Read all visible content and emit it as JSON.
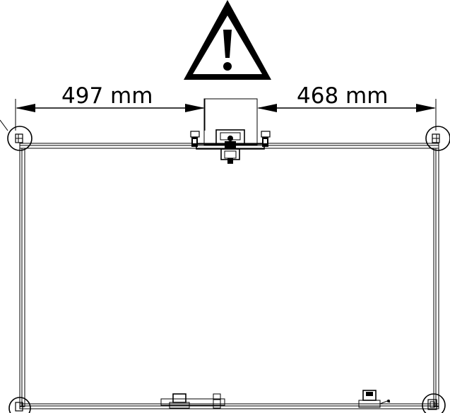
{
  "diagram": {
    "dimensions": [
      {
        "id": "left-gap",
        "label": "497 mm"
      },
      {
        "id": "right-gap",
        "label": "468 mm"
      }
    ],
    "symbols": {
      "warning": "warning-triangle-icon"
    }
  }
}
